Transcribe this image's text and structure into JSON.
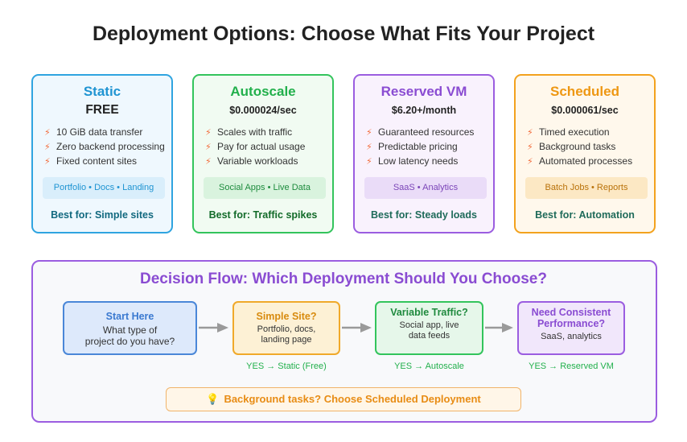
{
  "title": "Deployment Options: Choose What Fits Your Project",
  "cards": [
    {
      "title": "Static",
      "price": "FREE",
      "features": [
        "10 GiB data transfer",
        "Zero backend processing",
        "Fixed content sites"
      ],
      "tags": "Portfolio • Docs • Landing",
      "best_for": "Best for: Simple sites"
    },
    {
      "title": "Autoscale",
      "price": "$0.000024/sec",
      "features": [
        "Scales with traffic",
        "Pay for actual usage",
        "Variable workloads"
      ],
      "tags": "Social Apps • Live Data",
      "best_for": "Best for: Traffic spikes"
    },
    {
      "title": "Reserved VM",
      "price": "$6.20+/month",
      "features": [
        "Guaranteed resources",
        "Predictable pricing",
        "Low latency needs"
      ],
      "tags": "SaaS • Analytics",
      "best_for": "Best for: Steady loads"
    },
    {
      "title": "Scheduled",
      "price": "$0.000061/sec",
      "features": [
        "Timed execution",
        "Background tasks",
        "Automated processes"
      ],
      "tags": "Batch Jobs • Reports",
      "best_for": "Best for: Automation"
    }
  ],
  "flow": {
    "title": "Decision Flow: Which Deployment Should You Choose?",
    "nodes": [
      {
        "title": "Start Here",
        "sub": [
          "What type of",
          "project do you have?"
        ]
      },
      {
        "title": "Simple Site?",
        "sub": [
          "Portfolio, docs,",
          "landing page"
        ]
      },
      {
        "title_lines": [
          "Variable Traffic?"
        ],
        "sub": [
          "Social app, live",
          "data feeds"
        ]
      },
      {
        "title_lines": [
          "Need Consistent",
          "Performance?"
        ],
        "sub": [
          "SaaS, analytics"
        ]
      }
    ],
    "outcomes": [
      "YES → Static (Free)",
      "YES → Autoscale",
      "YES → Reserved VM"
    ],
    "tip": "Background tasks? Choose Scheduled Deployment",
    "tip_icon": "lightbulb-icon"
  },
  "icons": {
    "feature_bullet": "lightning-bolt-icon",
    "arrow": "arrow-right-icon"
  },
  "colors": {
    "static": "#2fa4e0",
    "autoscale": "#33c45c",
    "reserved": "#9b5de0",
    "scheduled": "#f3a21e",
    "bolt": "#f26b3a",
    "arrow": "#9a9a9a"
  }
}
